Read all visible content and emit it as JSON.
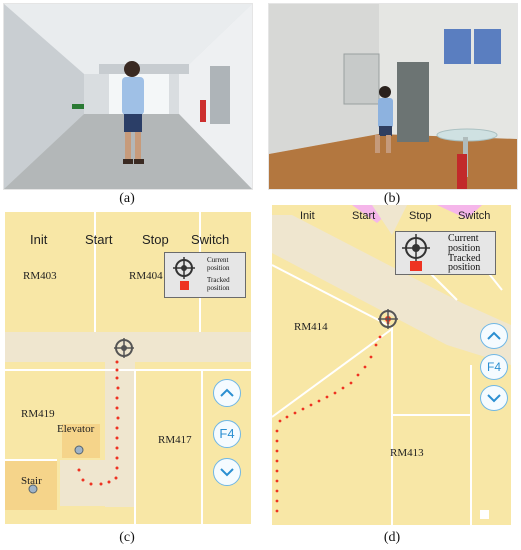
{
  "captions": {
    "a": "(a)",
    "b": "(b)",
    "c": "(c)",
    "d": "(d)"
  },
  "map_c": {
    "nav": [
      "Init",
      "Start",
      "Stop",
      "Switch"
    ],
    "rooms": {
      "rm403": "RM403",
      "rm404": "RM404",
      "rm419": "RM419",
      "rm417": "RM417",
      "elevator": "Elevator",
      "stair": "Stair"
    },
    "legend": {
      "current_line1": "Current",
      "current_line2": "position",
      "tracked_line1": "Tracked",
      "tracked_line2": "position"
    },
    "floor_label": "F4"
  },
  "map_d": {
    "nav": [
      "Init",
      "Start",
      "Stop",
      "Switch"
    ],
    "rooms": {
      "rm414": "RM414",
      "rm413": "RM413"
    },
    "legend": {
      "current_line1": "Current",
      "current_line2": "position",
      "tracked_line1": "Tracked",
      "tracked_line2": "position"
    },
    "floor_label": "F4"
  },
  "colors": {
    "map_floor": "#f8e7a6",
    "corridor": "#eee4cc",
    "track": "#ee3322",
    "button": "#2b8fd1",
    "wall": "#ffffff",
    "stop_highlight": "#f5b6ea"
  }
}
